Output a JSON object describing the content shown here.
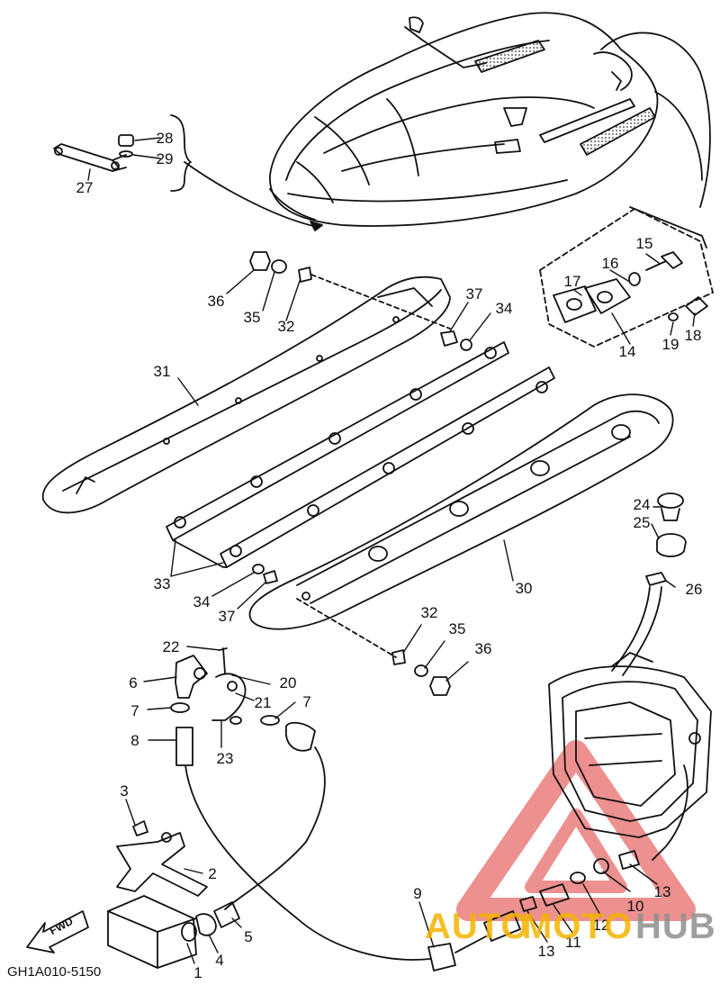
{
  "diagram_code": "GH1A010-5150",
  "fwd_label": "FWD",
  "watermark": {
    "part1": "AUTO",
    "part2": "MOTO",
    "part3": "HUB",
    "color_orange": "#f5b300",
    "color_gray": "#8f8f8f",
    "color_red": "#e85a5a"
  },
  "callouts": [
    {
      "id": "p28",
      "text": "28"
    },
    {
      "id": "p29",
      "text": "29"
    },
    {
      "id": "p27",
      "text": "27"
    },
    {
      "id": "p36a",
      "text": "36"
    },
    {
      "id": "p35a",
      "text": "35"
    },
    {
      "id": "p32a",
      "text": "32"
    },
    {
      "id": "p37a",
      "text": "37"
    },
    {
      "id": "p34a",
      "text": "34"
    },
    {
      "id": "p31",
      "text": "31"
    },
    {
      "id": "p15",
      "text": "15"
    },
    {
      "id": "p16",
      "text": "16"
    },
    {
      "id": "p17",
      "text": "17"
    },
    {
      "id": "p18",
      "text": "18"
    },
    {
      "id": "p19",
      "text": "19"
    },
    {
      "id": "p14",
      "text": "14"
    },
    {
      "id": "p33",
      "text": "33"
    },
    {
      "id": "p34b",
      "text": "34"
    },
    {
      "id": "p37b",
      "text": "37"
    },
    {
      "id": "p30",
      "text": "30"
    },
    {
      "id": "p24",
      "text": "24"
    },
    {
      "id": "p25",
      "text": "25"
    },
    {
      "id": "p26",
      "text": "26"
    },
    {
      "id": "p32b",
      "text": "32"
    },
    {
      "id": "p35b",
      "text": "35"
    },
    {
      "id": "p36b",
      "text": "36"
    },
    {
      "id": "p22",
      "text": "22"
    },
    {
      "id": "p6",
      "text": "6"
    },
    {
      "id": "p20",
      "text": "20"
    },
    {
      "id": "p21",
      "text": "21"
    },
    {
      "id": "p7a",
      "text": "7"
    },
    {
      "id": "p7b",
      "text": "7"
    },
    {
      "id": "p8",
      "text": "8"
    },
    {
      "id": "p23",
      "text": "23"
    },
    {
      "id": "p3",
      "text": "3"
    },
    {
      "id": "p2",
      "text": "2"
    },
    {
      "id": "p9",
      "text": "9"
    },
    {
      "id": "p10",
      "text": "10"
    },
    {
      "id": "p13a",
      "text": "13"
    },
    {
      "id": "p12",
      "text": "12"
    },
    {
      "id": "p11",
      "text": "11"
    },
    {
      "id": "p13b",
      "text": "13"
    },
    {
      "id": "p5",
      "text": "5"
    },
    {
      "id": "p4",
      "text": "4"
    },
    {
      "id": "p1",
      "text": "1"
    }
  ]
}
